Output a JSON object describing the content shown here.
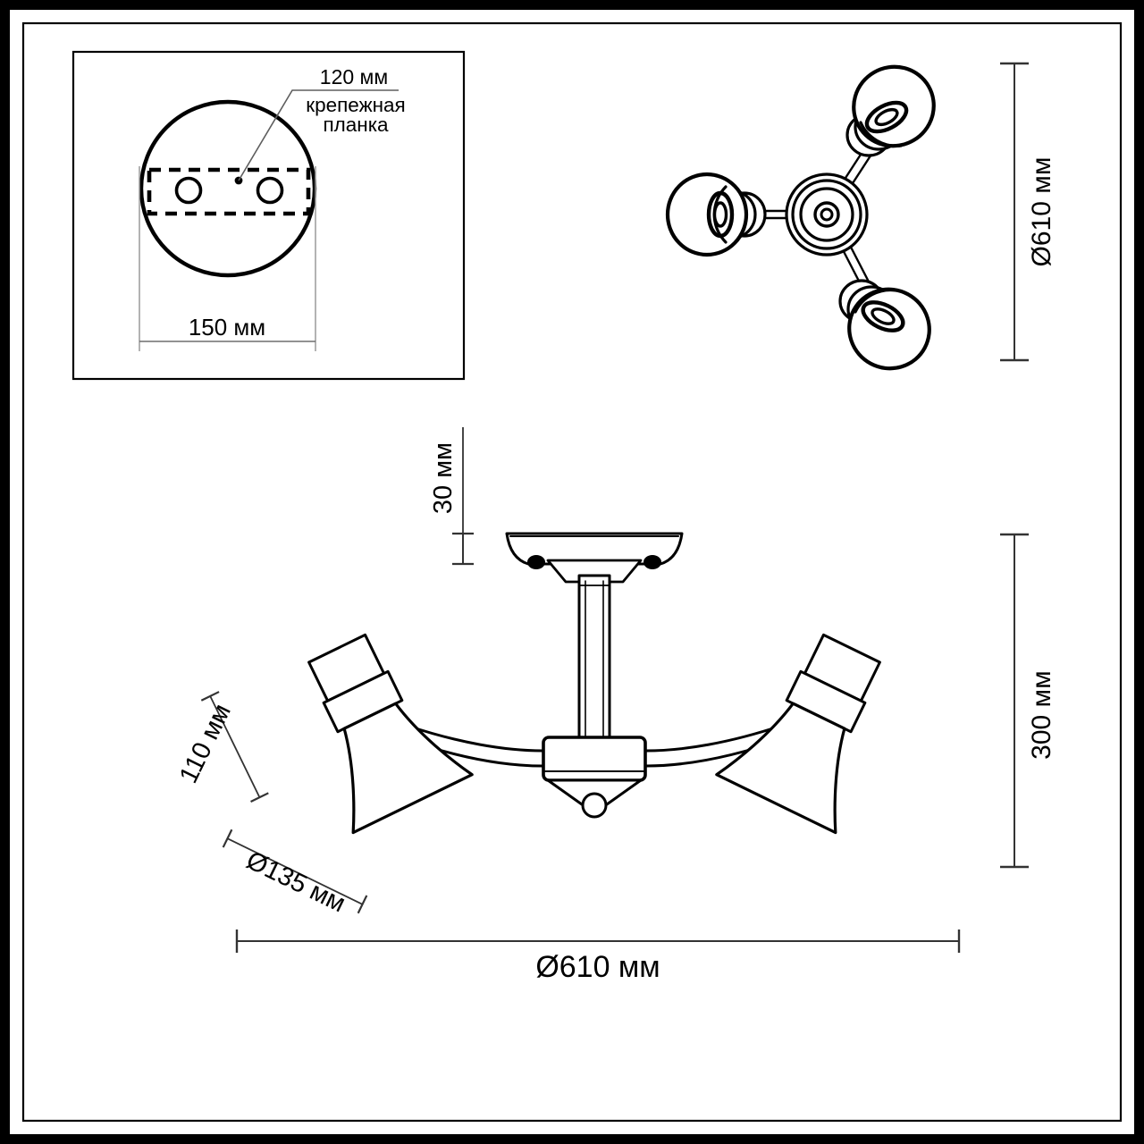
{
  "sheet": {
    "title": "Ceiling light fixture technical drawing",
    "background_color": "#ffffff",
    "line_color": "#000000",
    "thin_line_color": "#6e6e6e",
    "border_color": "#000000"
  },
  "detail_view": {
    "name": "mounting-plate-detail",
    "caption_line1": "крепежная",
    "caption_line2": "планка",
    "dim_width_label": "120 мм",
    "dim_plate_label": "150 мм"
  },
  "top_view": {
    "name": "top-view-three-arm",
    "dim_diameter_label": "Ø610 мм",
    "arm_count": 3
  },
  "side_view": {
    "name": "side-elevation-view",
    "dim_canopy_height_label": "30 мм",
    "dim_shade_height_label": "110 мм",
    "dim_shade_diameter_label": "Ø135 мм",
    "dim_total_height_label": "300 мм",
    "dim_total_diameter_label": "Ø610 мм"
  }
}
